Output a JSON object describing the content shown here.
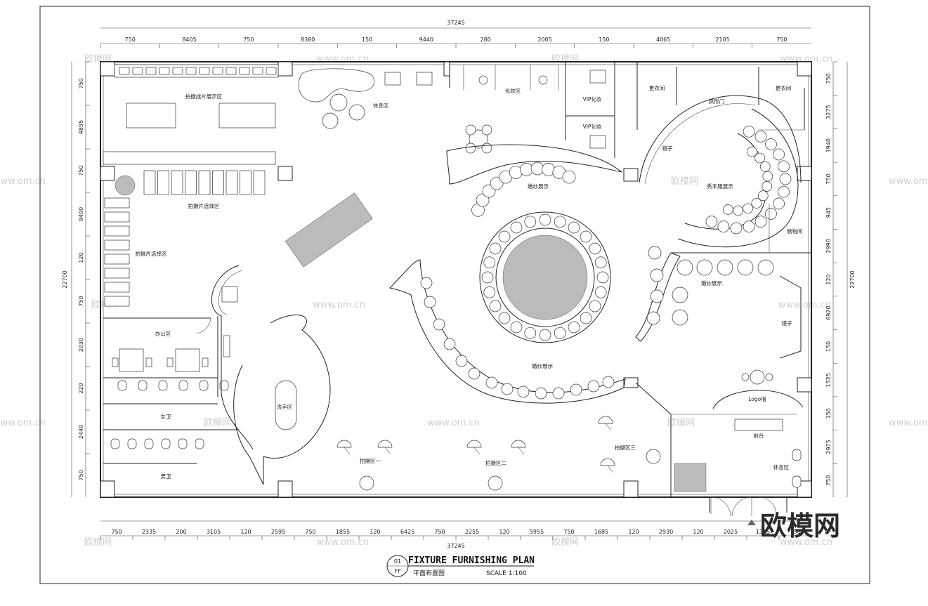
{
  "plan": {
    "total_width_label": "37245",
    "total_height_label": "22700",
    "top_dims": [
      "750",
      "8405",
      "750",
      "8380",
      "150",
      "9440",
      "280",
      "2005",
      "150",
      "4065",
      "2105",
      "750"
    ],
    "bottom_dims": [
      "750",
      "2335",
      "200",
      "3105",
      "120",
      "2595",
      "750",
      "1855",
      "120",
      "6425",
      "750",
      "2255",
      "120",
      "5955",
      "750",
      "1685",
      "120",
      "2930",
      "120",
      "2025",
      "1365",
      "750"
    ],
    "left_dims": [
      "750",
      "4895",
      "750",
      "9400",
      "120",
      "750",
      "2030",
      "220",
      "2440",
      "750"
    ],
    "right_dims": [
      "750",
      "3275",
      "1940",
      "750",
      "945",
      "2990",
      "120",
      "6920",
      "150",
      "1525",
      "150",
      "2975",
      "750"
    ]
  },
  "rooms": {
    "photo_display": "拍摄成片展示区",
    "photo_select_1": "拍摄片选择区",
    "photo_select_2": "拍摄片选择区",
    "rest_top": "休息区",
    "makeup": "化妆区",
    "vip_makeup_1": "VIP化妆",
    "vip_makeup_2": "VIP化妆",
    "dressing_1": "更衣间",
    "dressing_2": "更衣间",
    "arch_door": "拱形门",
    "mirror_1": "镜子",
    "mirror_2": "镜子",
    "gown_display_top": "婚纱展示",
    "gown_display_mid": "婚纱展示",
    "gown_display_right": "婚纱展示",
    "show_gown": "秀禾服展示",
    "storage": "储物间",
    "office": "办公区",
    "female_wc": "女卫",
    "male_wc": "男卫",
    "wash": "洗手区",
    "shoot_1": "拍摄区一",
    "shoot_2": "拍摄区二",
    "shoot_3": "拍摄区三",
    "logo_wall": "Logo墙",
    "reception": "前台",
    "rest_right": "休息区"
  },
  "title_block": {
    "number": "01",
    "sheet": "FF",
    "title": "FIXTURE FURNISHING PLAN",
    "subtitle": "平面布置图",
    "scale": "SCALE 1:100"
  },
  "watermark": {
    "brand": "欧模网",
    "url": "www.om.cn",
    "small": "欧模网"
  }
}
